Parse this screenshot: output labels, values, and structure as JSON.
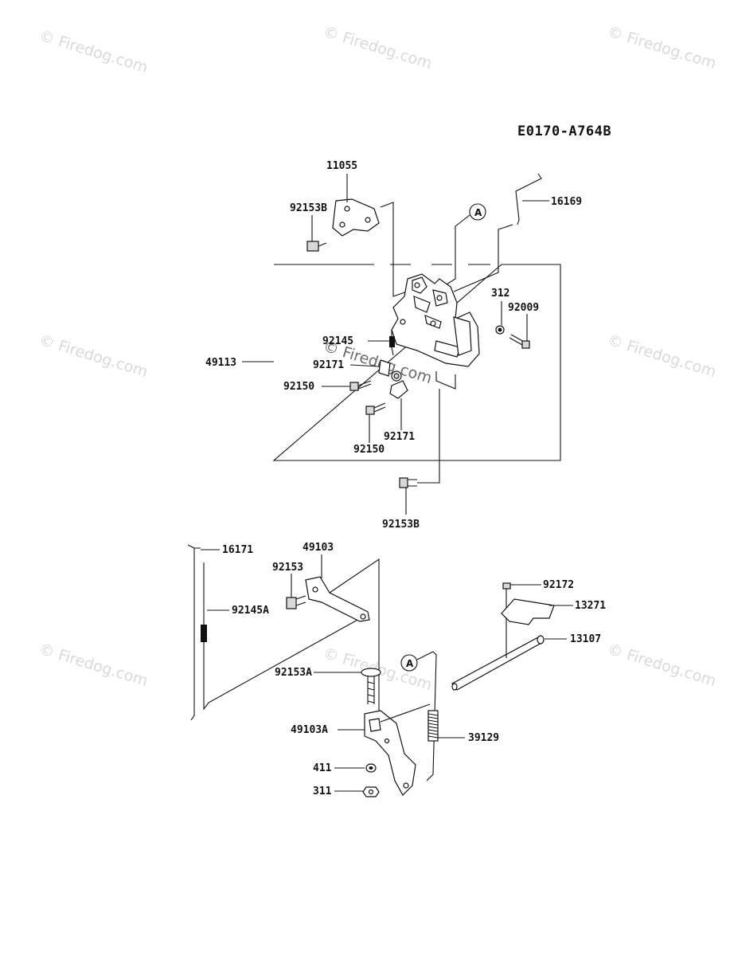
{
  "diagram_code": "E0170-A764B",
  "watermark_text": "© Firedog.com",
  "parts": {
    "p11055": "11055",
    "p92153B_top": "92153B",
    "p16169": "16169",
    "pA_top": "A",
    "p312": "312",
    "p92009": "92009",
    "p92145": "92145",
    "p49113": "49113",
    "p92171_left": "92171",
    "p92150_left": "92150",
    "p92171_bottom": "92171",
    "p92150_bottom": "92150",
    "p92153B_bottom": "92153B",
    "p16171": "16171",
    "p49103": "49103",
    "p92153": "92153",
    "p92145A": "92145A",
    "p92172": "92172",
    "p13271": "13271",
    "p13107": "13107",
    "pA_bottom": "A",
    "p92153A": "92153A",
    "p49103A": "49103A",
    "p39129": "39129",
    "p411": "411",
    "p311": "311"
  }
}
